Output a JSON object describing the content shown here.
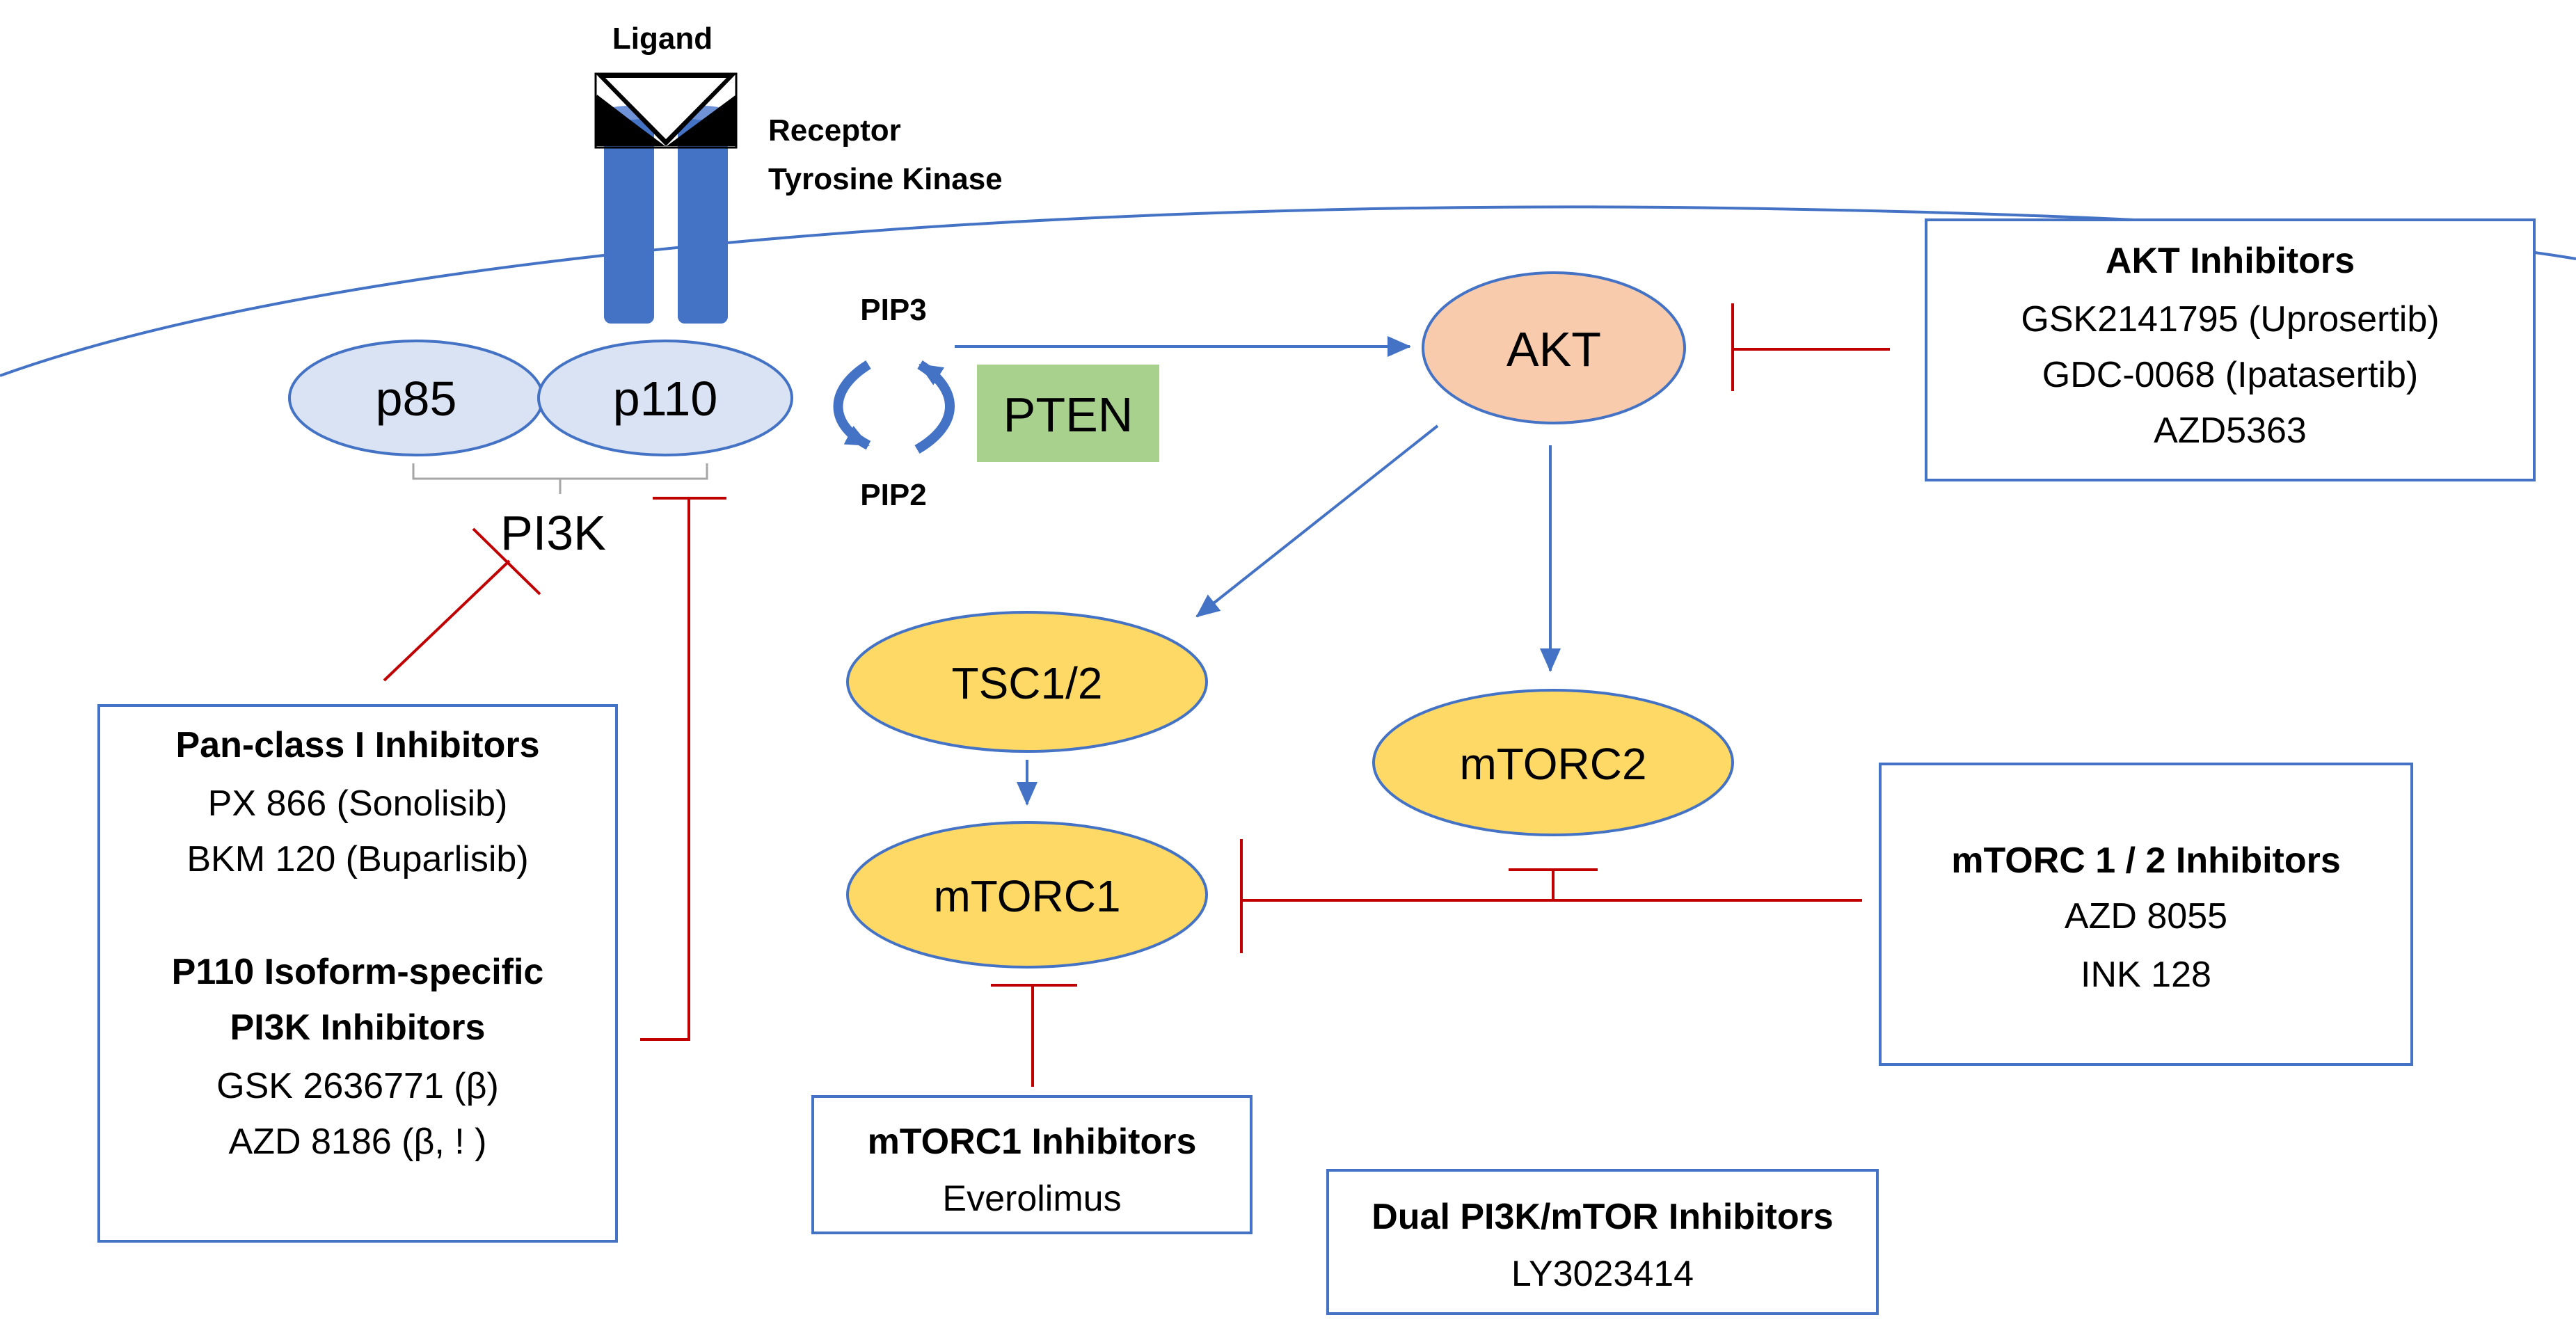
{
  "colors": {
    "membrane": "#4472c4",
    "receptor": "#4472c4",
    "activation_arrow": "#4472c4",
    "inhibition": "#c00000",
    "pi3k_subunit_fill": "#dae3f3",
    "akt_fill": "#f8cbad",
    "mtor_fill": "#ffd966",
    "pten_fill": "#a9d18e",
    "box_border": "#4472c4",
    "text": "#000000"
  },
  "receptor": {
    "ligand_label": "Ligand",
    "receptor_label_line1": "Receptor",
    "receptor_label_line2": "Tyrosine Kinase"
  },
  "pi3k": {
    "p85_label": "p85",
    "p110_label": "p110",
    "complex_label": "PI3K"
  },
  "pip_cycle": {
    "pip3_label": "PIP3",
    "pip2_label": "PIP2",
    "pten_label": "PTEN"
  },
  "nodes": {
    "akt": "AKT",
    "tsc": "TSC1/2",
    "mtorc1": "mTORC1",
    "mtorc2": "mTORC2"
  },
  "boxes": {
    "akt_inhibitors": {
      "title": "AKT Inhibitors",
      "items": [
        "GSK2141795 (Uprosertib)",
        "GDC-0068 (Ipatasertib)",
        "AZD5363"
      ]
    },
    "pi3k_inhibitors": {
      "title1": "Pan-class I Inhibitors",
      "items1": [
        "PX 866 (Sonolisib)",
        "BKM 120 (Buparlisib)"
      ],
      "title2_line1": "P110 Isoform-specific",
      "title2_line2": "PI3K Inhibitors",
      "items2": [
        "GSK 2636771 (β)",
        "AZD 8186 (β, ! )"
      ]
    },
    "mtorc12_inhibitors": {
      "title": "mTORC 1 / 2 Inhibitors",
      "items": [
        "AZD 8055",
        "INK 128"
      ]
    },
    "mtorc1_inhibitors": {
      "title": "mTORC1 Inhibitors",
      "items": [
        "Everolimus"
      ]
    },
    "dual_inhibitors": {
      "title": "Dual PI3K/mTOR Inhibitors",
      "items": [
        "LY3023414"
      ]
    }
  }
}
